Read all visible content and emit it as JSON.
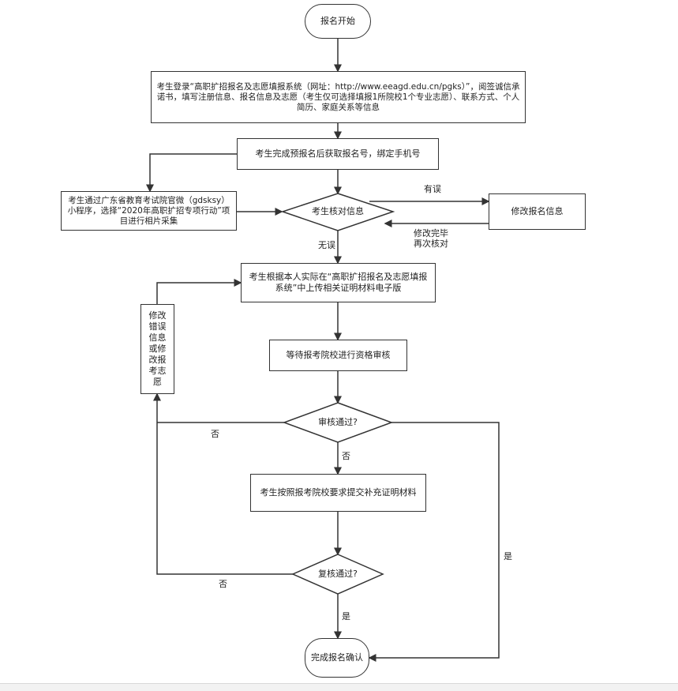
{
  "flowchart": {
    "start": "报名开始",
    "step_register": "考生登录“高职扩招报名及志愿填报系统（网址：http://www.eeagd.edu.cn/pgks）”，阅签诚信承诺书，填写注册信息、报名信息及志愿（考生仅可选择填报1所院校1个专业志愿）、联系方式、个人简历、家庭关系等信息",
    "step_get_number": "考生完成预报名后获取报名号，绑定手机号",
    "step_photo": "考生通过广东省教育考试院官微（gdsksy）小程序，选择“2020年高职扩招专项行动”项目进行相片采集",
    "decision_check_info": "考生核对信息",
    "step_modify_info": "修改报名信息",
    "label_has_error": "有误",
    "label_modified": "修改完毕\n再次核对",
    "label_no_error": "无误",
    "step_upload": "考生根据本人实际在“高职扩招报名及志愿填报系统”中上传相关证明材料电子版",
    "step_wait_review": "等待报考院校进行资格审核",
    "decision_review": "审核通过?",
    "label_review_no_left": "否",
    "label_review_no_down": "否",
    "label_review_yes": "是",
    "step_supplement": "考生按照报考院校要求提交补充证明材料",
    "decision_recheck": "复核通过?",
    "label_recheck_no": "否",
    "label_recheck_yes": "是",
    "step_fix_error": "修改错误信息或修改报考志愿",
    "end": "完成报名确认"
  }
}
